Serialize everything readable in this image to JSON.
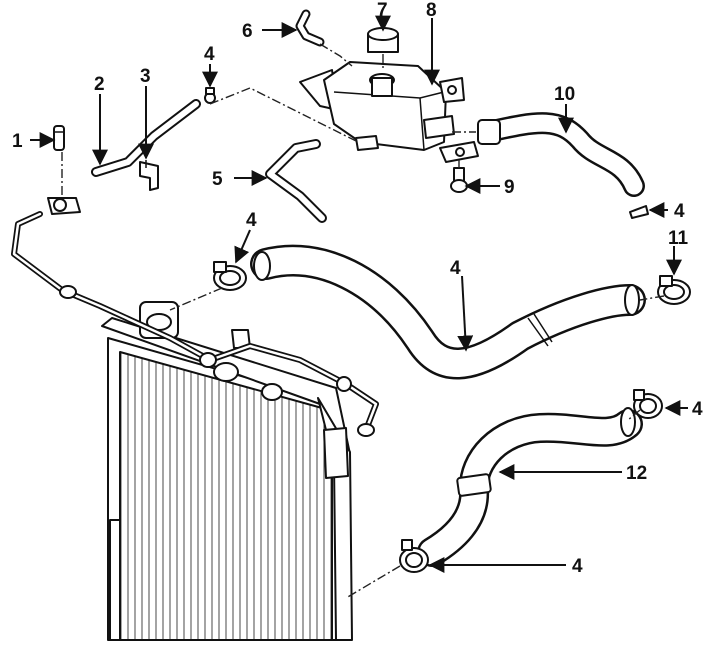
{
  "colors": {
    "ink": "#111111",
    "paper": "#ffffff"
  },
  "callouts": [
    {
      "id": "c1",
      "text": "1"
    },
    {
      "id": "c2",
      "text": "2"
    },
    {
      "id": "c3",
      "text": "3"
    },
    {
      "id": "c4a",
      "text": "4"
    },
    {
      "id": "c5",
      "text": "5"
    },
    {
      "id": "c6",
      "text": "6"
    },
    {
      "id": "c7",
      "text": "7"
    },
    {
      "id": "c8",
      "text": "8"
    },
    {
      "id": "c9",
      "text": "9"
    },
    {
      "id": "c10",
      "text": "10"
    },
    {
      "id": "c4b",
      "text": "4"
    },
    {
      "id": "c4c",
      "text": "4"
    },
    {
      "id": "c11",
      "text": "11"
    },
    {
      "id": "c4d",
      "text": "4"
    },
    {
      "id": "c4e",
      "text": "4"
    },
    {
      "id": "c12",
      "text": "12"
    },
    {
      "id": "c4f",
      "text": "4"
    }
  ]
}
